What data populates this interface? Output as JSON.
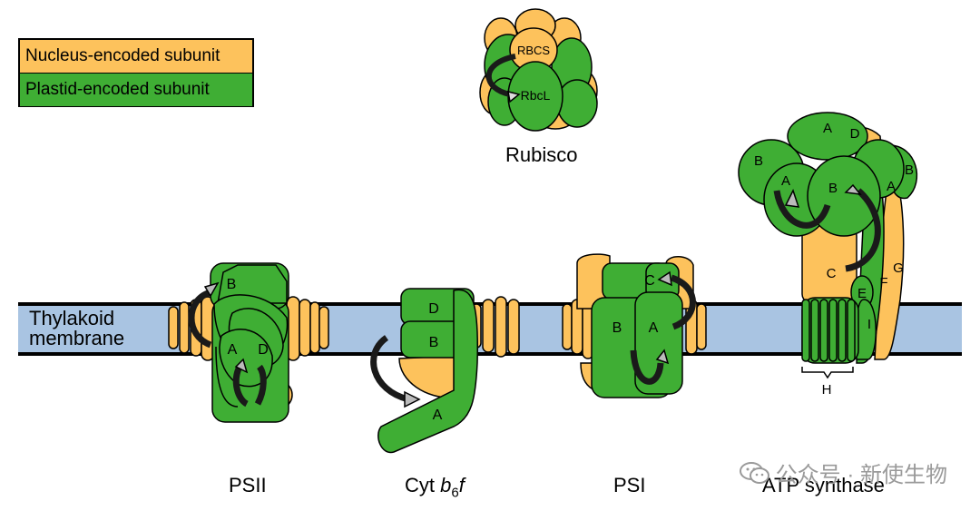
{
  "legend": {
    "nucleus": "Nucleus-encoded subunit",
    "plastid": "Plastid-encoded subunit"
  },
  "colors": {
    "nucleus": "#FDC25C",
    "plastid": "#3FAE34",
    "membrane": "#A9C4E2",
    "outline": "#000000",
    "arrow_dark": "#1a1a1a",
    "arrow_light": "#cccccc"
  },
  "membrane_label": "Thylakoid membrane",
  "complexes": {
    "rubisco": {
      "name": "Rubisco",
      "subunits": [
        "RBCS",
        "RbcL"
      ]
    },
    "psii": {
      "name": "PSII",
      "subunits": [
        "B",
        "A",
        "D"
      ]
    },
    "cytb6f": {
      "name_prefix": "Cyt ",
      "name_b": "b",
      "name_sub": "6",
      "name_f": "f",
      "subunits": [
        "D",
        "B",
        "A"
      ]
    },
    "psi": {
      "name": "PSI",
      "subunits": [
        "C",
        "B",
        "A"
      ]
    },
    "atp": {
      "name": "ATP synthase",
      "subunits": [
        "A",
        "D",
        "B",
        "B",
        "A",
        "B",
        "A",
        "C",
        "G",
        "F",
        "E",
        "I",
        "H"
      ]
    }
  },
  "watermark": "公众号 · 新使生物"
}
